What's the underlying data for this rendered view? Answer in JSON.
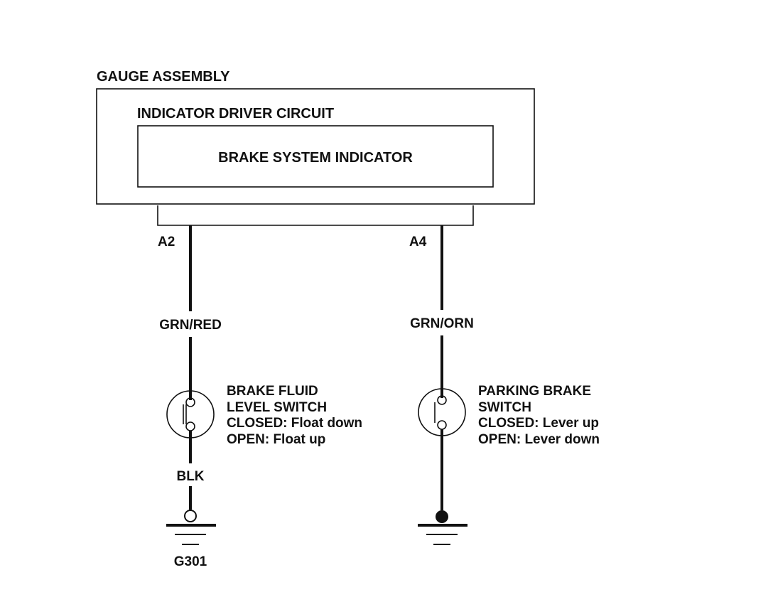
{
  "gauge_assembly": {
    "label": "GAUGE ASSEMBLY"
  },
  "driver_circuit": {
    "label": "INDICATOR DRIVER CIRCUIT"
  },
  "indicator": {
    "label": "BRAKE SYSTEM INDICATOR"
  },
  "left_branch": {
    "terminal": "A2",
    "wire_color": "GRN/RED",
    "switch_lines": [
      "BRAKE FLUID",
      "LEVEL SWITCH",
      "CLOSED: Float down",
      "OPEN: Float up"
    ],
    "ground_wire": "BLK",
    "ground_label": "G301"
  },
  "right_branch": {
    "terminal": "A4",
    "wire_color": "GRN/ORN",
    "switch_lines": [
      "PARKING BRAKE",
      "SWITCH",
      "CLOSED: Lever up",
      "OPEN: Lever down"
    ]
  }
}
